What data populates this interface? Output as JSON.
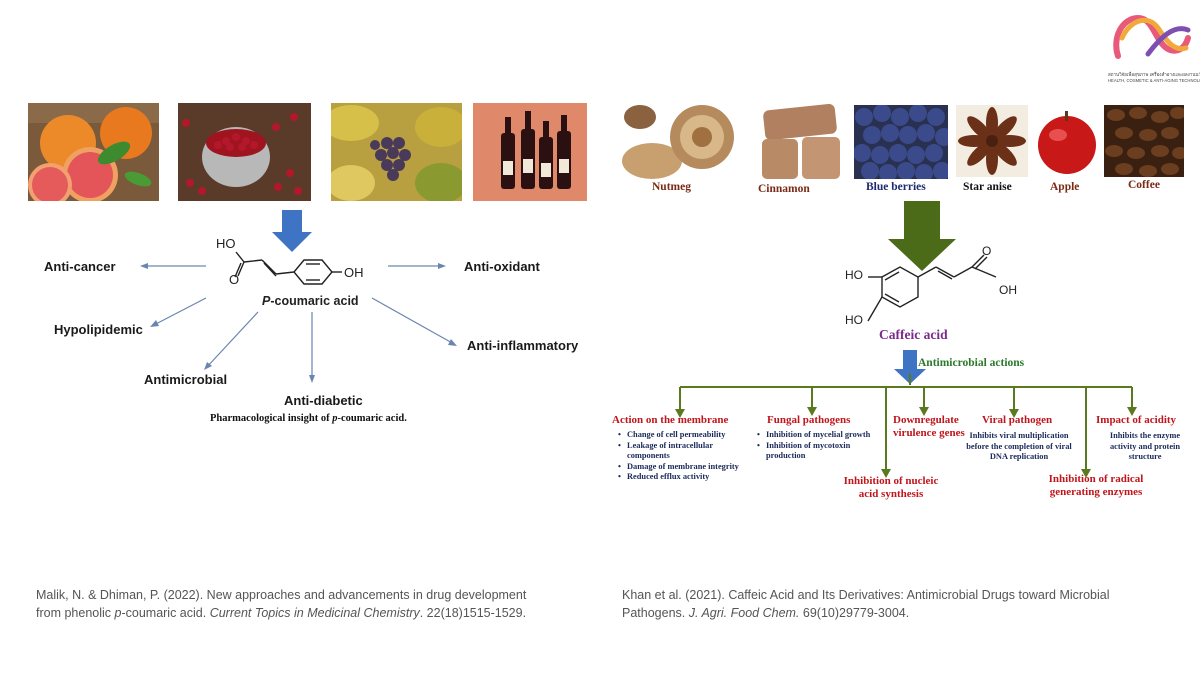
{
  "logo": {
    "subtitle_line1": "สถานวิจัยเพื่อสุขภาพ เครื่องสำอางและผลงานนวัตกรรม",
    "subtitle_line2": "HEALTH, COSMETIC & ANTI-AGING TECHNOLOGY"
  },
  "left_panel": {
    "molecule": {
      "oh_top": "HO",
      "o_label": "O",
      "oh_right": "OH",
      "name_italic": "P",
      "name_rest": "-coumaric acid"
    },
    "activities": {
      "anti_cancer": "Anti-cancer",
      "hypolipidemic": "Hypolipidemic",
      "antimicrobial": "Antimicrobial",
      "anti_diabetic": "Anti-diabetic",
      "anti_oxidant": "Anti-oxidant",
      "anti_inflammatory": "Anti-inflammatory"
    },
    "caption_pre": "Pharmacological insight of ",
    "caption_italic": "p",
    "caption_post": "-coumaric acid."
  },
  "right_panel": {
    "foods": [
      "Nutmeg",
      "Cinnamon",
      "Blue berries",
      "Star anise",
      "Apple",
      "Coffee"
    ],
    "molecule": {
      "ho1": "HO",
      "ho2": "HO",
      "o_label": "O",
      "oh": "OH",
      "name": "Caffeic acid"
    },
    "antimicrobial_actions": "Antimicrobial actions",
    "branches": {
      "membrane": {
        "title": "Action on the membrane",
        "items": [
          "Change of cell permeability",
          "Leakage of intracellular components",
          "Damage of membrane integrity",
          "Reduced efflux activity"
        ]
      },
      "fungal": {
        "title": "Fungal pathogens",
        "items": [
          "Inhibition of mycelial growth",
          "Inhibition of mycotoxin production"
        ]
      },
      "nucleic": {
        "title": "Inhibition of nucleic acid synthesis"
      },
      "downregulate": {
        "title": "Downregulate virulence genes"
      },
      "viral": {
        "title": "Viral pathogen",
        "text": "Inhibits viral multiplication before the completion of viral DNA replication"
      },
      "radical": {
        "title": "Inhibition of radical generating enzymes"
      },
      "acidity": {
        "title": "Impact of acidity",
        "text": "Inhibits the enzyme activity and protein structure"
      }
    }
  },
  "references": {
    "left": {
      "line1": "Malik, N. & Dhiman, P. (2022). New approaches and advancements in drug development",
      "line2_pre": "from phenolic ",
      "line2_italic1": "p",
      "line2_mid": "-coumaric acid. ",
      "line2_italic2": "Current Topics in Medicinal Chemistry",
      "line2_post": ". 22(18)1515-1529."
    },
    "right": {
      "line1": "Khan et al. (2021). Caffeic Acid and Its Derivatives: Antimicrobial Drugs toward Microbial",
      "line2_pre": "Pathogens. ",
      "line2_italic": "J. Agri. Food Chem.",
      "line2_post": " 69(10)29779-3004."
    }
  },
  "colors": {
    "blue_arrow": "#3f73c4",
    "green_arrow": "#4b6b18",
    "tree_line": "#5a7a1f",
    "red_text": "#c0151b",
    "navy_text": "#1a2a5a"
  }
}
